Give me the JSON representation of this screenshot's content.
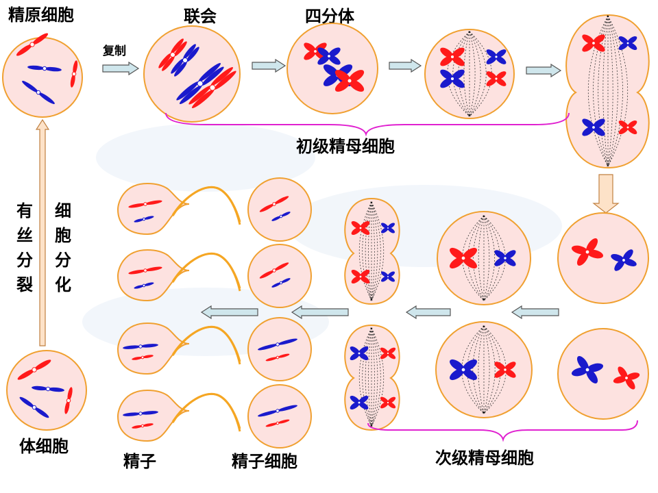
{
  "labels": {
    "spermatogonium": "精原细胞",
    "replication": "复制",
    "synapsis": "联会",
    "tetrad": "四分体",
    "primary_spermatocyte": "初级精母细胞",
    "secondary_spermatocyte": "次级精母细胞",
    "sperm": "精子",
    "spermatid": "精子细胞",
    "somatic_cell": "体细胞",
    "mitosis": [
      "有",
      "丝",
      "分",
      "裂"
    ],
    "differentiation": [
      "细",
      "胞",
      "分",
      "化"
    ]
  },
  "colors": {
    "cell_fill": "#fde2e0",
    "cell_stroke": "#f0a030",
    "red_chromosome": "#ff1a1a",
    "blue_chromosome": "#1a1acc",
    "arrow_fill": "#cfe6ec",
    "brace": "#e020d0",
    "tail": "#f5a623"
  }
}
